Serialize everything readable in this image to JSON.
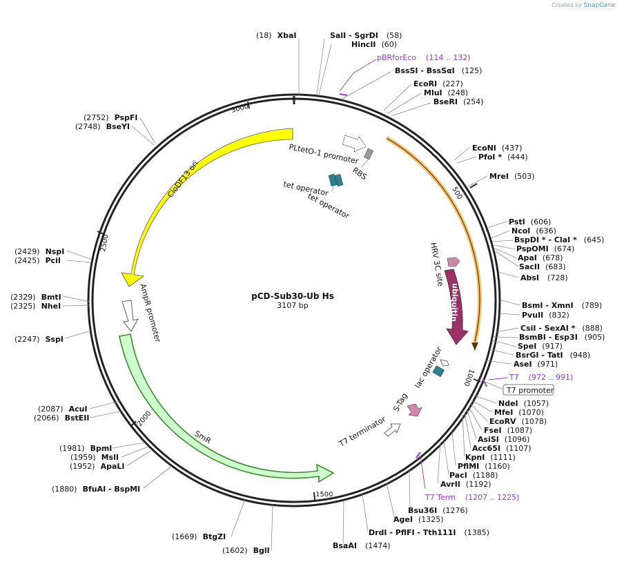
{
  "brand": {
    "created_by": "Created by",
    "app": "SnapGene"
  },
  "plasmid": {
    "name": "pCD-Sub30-Ub Hs",
    "size_label": "3107 bp",
    "length": 3107
  },
  "ticks": [
    "500",
    "1000",
    "1500",
    "2000",
    "2500",
    "3000"
  ],
  "features": [
    {
      "label": "CloDF13 ori",
      "color": "#ffff00",
      "type": "arc"
    },
    {
      "label": "SmR",
      "color": "#ccffcc",
      "type": "arc"
    },
    {
      "label": "AmpR promoter",
      "color": "#ffffff",
      "type": "arrow"
    },
    {
      "label": "PLtetO-1 promoter",
      "color": "#ffffff",
      "type": "arrow"
    },
    {
      "label": "RBS",
      "color": "#999999",
      "type": "box"
    },
    {
      "label": "tet operator",
      "color": "#2f7f8f",
      "type": "box"
    },
    {
      "label": "tet operator",
      "color": "#2f7f8f",
      "type": "box"
    },
    {
      "label": "ubiquitin",
      "color": "#993366",
      "type": "arrow"
    },
    {
      "label": "HRV 3C site",
      "color": "#cc88aa",
      "type": "arrow"
    },
    {
      "label": "lac operator",
      "color": "#2f7f8f",
      "type": "box"
    },
    {
      "label": "S-Tag",
      "color": "#cc88aa",
      "type": "arrow"
    },
    {
      "label": "T7 terminator",
      "color": "#ffffff",
      "type": "arrow"
    },
    {
      "label": "T7 promoter",
      "color": "#ffffff",
      "type": "arrow"
    }
  ],
  "primers": [
    {
      "name": "pBRforEco",
      "range": "(114 .. 132)"
    },
    {
      "name": "T7",
      "range": "(972 .. 991)"
    },
    {
      "name": "T7 Term",
      "range": "(1207 .. 1225)"
    }
  ],
  "sites": [
    {
      "pos_label": "(18)",
      "name": "XbaI"
    },
    {
      "name": "SalI",
      "extra": " - SgrDI",
      "pos_label": "(58)"
    },
    {
      "name": "HincII",
      "pos_label": "(60)"
    },
    {
      "name": "BssSI",
      "extra": " - BssSαI",
      "pos_label": "(125)"
    },
    {
      "name": "EcoRI",
      "pos_label": "(227)"
    },
    {
      "name": "MluI",
      "pos_label": "(248)"
    },
    {
      "name": "BseRI",
      "pos_label": "(254)"
    },
    {
      "name": "EcoNI",
      "pos_label": "(437)"
    },
    {
      "name": "PfoI *",
      "pos_label": "(444)"
    },
    {
      "name": "MreI",
      "pos_label": "(503)"
    },
    {
      "name": "PstI",
      "pos_label": "(606)"
    },
    {
      "name": "NcoI",
      "pos_label": "(636)"
    },
    {
      "name": "BspDI *",
      "extra": " - ClaI *",
      "pos_label": "(645)"
    },
    {
      "name": "PspOMI",
      "pos_label": "(674)"
    },
    {
      "name": "ApaI",
      "pos_label": "(678)"
    },
    {
      "name": "SacII",
      "pos_label": "(683)"
    },
    {
      "name": "AbsI",
      "pos_label": "(728)"
    },
    {
      "name": "BsmI",
      "extra": " - XmnI",
      "pos_label": "(789)"
    },
    {
      "name": "PvuII",
      "pos_label": "(832)"
    },
    {
      "name": "CsiI",
      "extra": " - SexAI *",
      "pos_label": "(888)"
    },
    {
      "name": "BsmBI",
      "extra": " - Esp3I",
      "pos_label": "(905)"
    },
    {
      "name": "SpeI",
      "pos_label": "(917)"
    },
    {
      "name": "BsrGI",
      "extra": " - TatI",
      "pos_label": "(948)"
    },
    {
      "name": "AseI",
      "pos_label": "(971)"
    },
    {
      "name": "NdeI",
      "pos_label": "(1057)"
    },
    {
      "name": "MfeI",
      "pos_label": "(1070)"
    },
    {
      "name": "EcoRV",
      "pos_label": "(1078)"
    },
    {
      "name": "FseI",
      "pos_label": "(1087)"
    },
    {
      "name": "AsiSI",
      "pos_label": "(1096)"
    },
    {
      "name": "Acc65I",
      "pos_label": "(1107)"
    },
    {
      "name": "KpnI",
      "pos_label": "(1111)"
    },
    {
      "name": "PflMI",
      "pos_label": "(1160)"
    },
    {
      "name": "PacI",
      "pos_label": "(1188)"
    },
    {
      "name": "AvrII",
      "pos_label": "(1192)"
    },
    {
      "name": "Bsu36I",
      "pos_label": "(1276)"
    },
    {
      "name": "AgeI",
      "pos_label": "(1325)"
    },
    {
      "name": "DrdI",
      "extra": " - PflFI - Tth111I",
      "pos_label": "(1385)"
    },
    {
      "name": "BsaAI",
      "pos_label": "(1474)"
    },
    {
      "pos_label": "(1602)",
      "name": "BglI"
    },
    {
      "pos_label": "(1669)",
      "name": "BtgZI"
    },
    {
      "pos_label": "(1880)",
      "name": "BfuAI",
      "extra": " - BspMI"
    },
    {
      "pos_label": "(1952)",
      "name": "ApaLI"
    },
    {
      "pos_label": "(1959)",
      "name": "MslI"
    },
    {
      "pos_label": "(1981)",
      "name": "BpmI"
    },
    {
      "pos_label": "(2066)",
      "name": "BstEII"
    },
    {
      "pos_label": "(2087)",
      "name": "AcuI"
    },
    {
      "pos_label": "(2247)",
      "name": "SspI"
    },
    {
      "pos_label": "(2325)",
      "name": "NheI"
    },
    {
      "pos_label": "(2329)",
      "name": "BmtI"
    },
    {
      "pos_label": "(2425)",
      "name": "PciI"
    },
    {
      "pos_label": "(2429)",
      "name": "NspI"
    },
    {
      "pos_label": "(2748)",
      "name": "BseYI"
    },
    {
      "pos_label": "(2752)",
      "name": "PspFI"
    }
  ]
}
